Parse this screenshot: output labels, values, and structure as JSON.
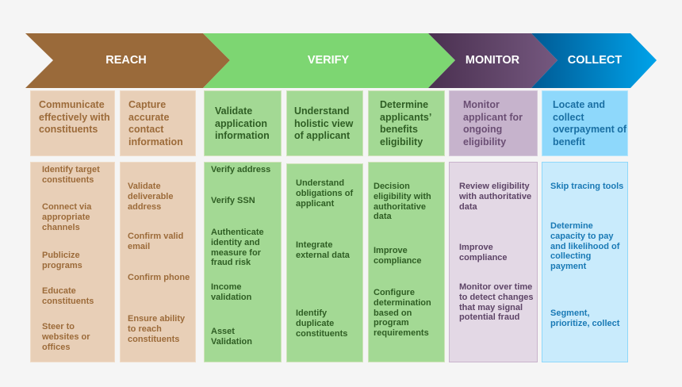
{
  "stages": [
    {
      "label": "REACH",
      "color": "#9a6a3a"
    },
    {
      "label": "VERIFY",
      "color": "#7dd672"
    },
    {
      "label": "MONITOR",
      "color": "#5e4268"
    },
    {
      "label": "COLLECT",
      "color": "#0088cc"
    }
  ],
  "columns": [
    {
      "stage": "REACH",
      "heading": "Communicate effectively with constituents",
      "items": [
        "Identify target constituents",
        "Connect via appropriate channels",
        "Publicize programs",
        "Educate constituents",
        "Steer to websites or offices"
      ]
    },
    {
      "stage": "REACH",
      "heading": "Capture accurate contact information",
      "items": [
        "Validate deliverable address",
        "Confirm valid email",
        "Confirm phone",
        "Ensure ability to reach constituents"
      ]
    },
    {
      "stage": "VERIFY",
      "heading": "Validate application information",
      "items": [
        "Verify address",
        "Verify SSN",
        "Authenticate identity and measure for fraud risk",
        "Income validation",
        "Asset Validation"
      ]
    },
    {
      "stage": "VERIFY",
      "heading": "Understand holistic view of applicant",
      "items": [
        "Understand obligations of applicant",
        "Integrate external data",
        "Identify duplicate constituents"
      ]
    },
    {
      "stage": "VERIFY",
      "heading": "Determine applicants’ benefits eligibility",
      "items": [
        "Decision eligibility with authoritative data",
        "Improve compliance",
        "Configure determination based on program requirements"
      ]
    },
    {
      "stage": "MONITOR",
      "heading": "Monitor applicant for ongoing eligibility",
      "items": [
        "Review eligibility with authoritative data",
        "Improve compliance",
        "Monitor over time to detect changes that may signal potential fraud"
      ]
    },
    {
      "stage": "COLLECT",
      "heading": "Locate and collect overpayment of benefit",
      "items": [
        "Skip tracing tools",
        "Determine capacity to pay and likelihood of collecting payment",
        "Segment, prioritize, collect"
      ]
    }
  ]
}
